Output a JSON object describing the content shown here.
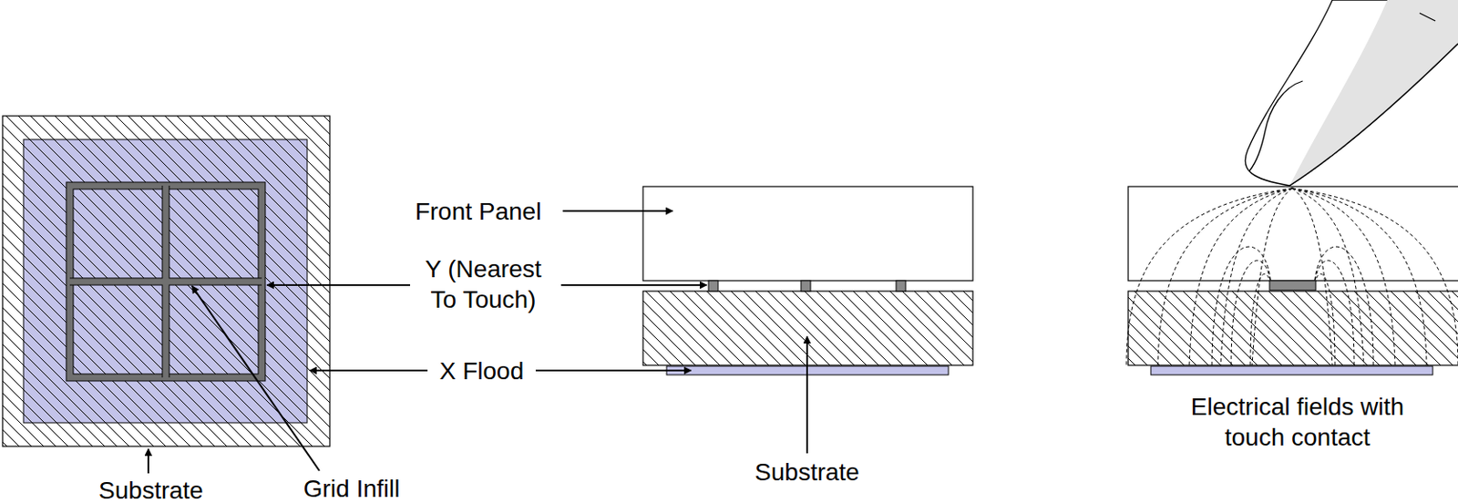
{
  "diagram": {
    "labels": [
      "Front Panel",
      "Y (Nearest To Touch)",
      "X Flood",
      "Substrate",
      "Grid Infill",
      "Substrate",
      "Electrical fields with touch contact"
    ]
  }
}
